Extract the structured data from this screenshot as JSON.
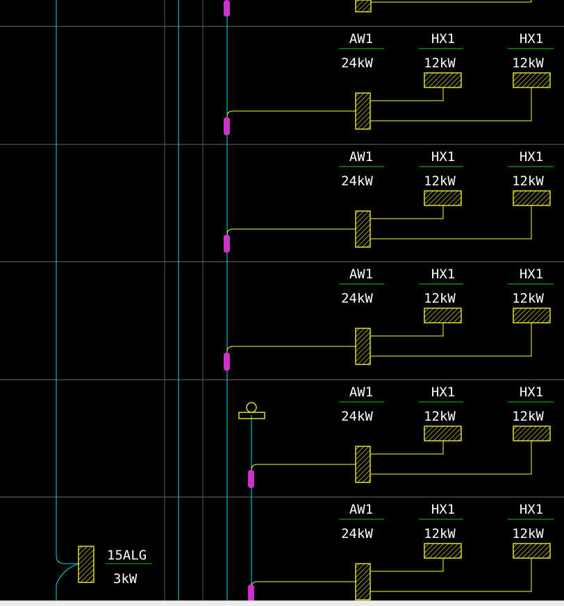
{
  "drawing": {
    "floors": [
      {
        "labels": [
          "AW1",
          "HX1",
          "HX1"
        ],
        "powers": [
          "24kW",
          "12kW",
          "12kW"
        ]
      },
      {
        "labels": [
          "AW1",
          "HX1",
          "HX1"
        ],
        "powers": [
          "24kW",
          "12kW",
          "12kW"
        ]
      },
      {
        "labels": [
          "AW1",
          "HX1",
          "HX1"
        ],
        "powers": [
          "24kW",
          "12kW",
          "12kW"
        ]
      },
      {
        "labels": [
          "AW1",
          "HX1",
          "HX1"
        ],
        "powers": [
          "24kW",
          "12kW",
          "12kW"
        ]
      },
      {
        "labels": [
          "AW1",
          "HX1",
          "HX1"
        ],
        "powers": [
          "24kW",
          "12kW",
          "12kW"
        ]
      }
    ],
    "riser_panel": {
      "label": "15ALG",
      "power": "3kW"
    },
    "colors": {
      "background": "#000000",
      "riser_line": "#00e0e0",
      "feeder_line": "#ffff33",
      "panel_hatch": "#ffff33",
      "underline": "#00cc00",
      "floor_line": "#6e6e6e",
      "connector": "#cc33cc",
      "text": "#ffffff"
    },
    "icons": [
      "panel-hatched-box",
      "device-hatched-box",
      "riser-connector",
      "lamp-symbol"
    ]
  }
}
